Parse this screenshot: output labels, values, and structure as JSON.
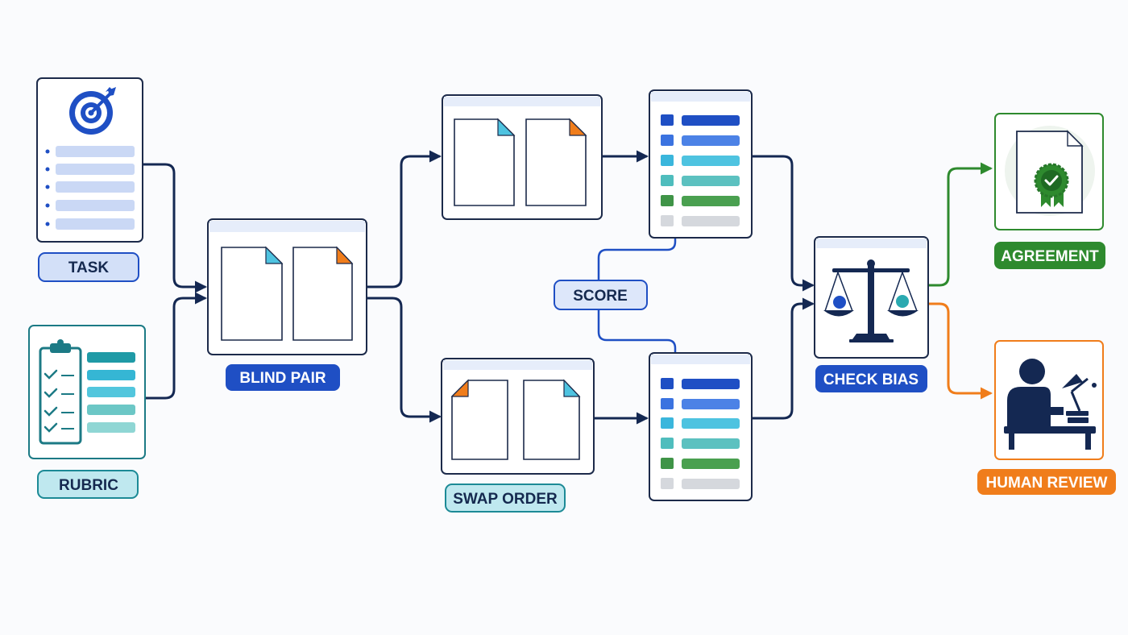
{
  "labels": {
    "task": "TASK",
    "rubric": "RUBRIC",
    "blind_pair": "BLIND PAIR",
    "swap_order": "SWAP ORDER",
    "score": "SCORE",
    "check_bias": "CHECK BIAS",
    "agreement": "AGREEMENT",
    "human_review": "HUMAN REVIEW"
  },
  "colors": {
    "navy": "#142852",
    "blue": "#1f4fc4",
    "light_blue": "#cfdcf6",
    "cyan": "#4ec3e0",
    "teal": "#5cc1c0",
    "green": "#2e8a2e",
    "orange": "#f07d1b"
  },
  "icons": [
    "target-icon",
    "clipboard-icon",
    "document-icon",
    "scale-icon",
    "certificate-icon",
    "reviewer-icon",
    "score-list-icon"
  ]
}
